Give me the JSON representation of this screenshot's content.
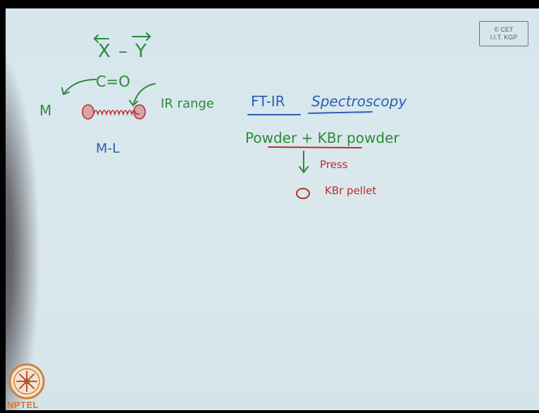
{
  "board": {
    "left": {
      "xy_left": "X",
      "xy_dash": "–",
      "xy_right": "Y",
      "carbonyl": "C=O",
      "metal": "M",
      "ir_range": "IR range",
      "ml": "M-L"
    },
    "right": {
      "title_a": "FT-IR",
      "title_b": "Spectroscopy",
      "mixture": "Powder + KBr powder",
      "press": "Press",
      "pellet": "KBr pellet"
    }
  },
  "stamp": {
    "line1": "© CET",
    "line2": "I.I.T. KGP"
  },
  "logo": {
    "text": "NPTEL"
  },
  "colors": {
    "board": "#d8e7ec",
    "green_ink": "#2d8a3a",
    "blue_ink": "#2c5fb0",
    "red_ink": "#b8302a"
  }
}
